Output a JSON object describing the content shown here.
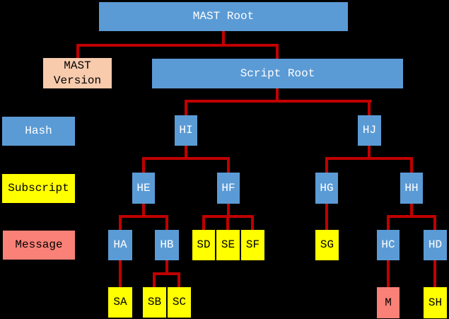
{
  "diagram": {
    "background_color": "#000000",
    "connector_color": "#c00000",
    "palette": {
      "hash": "#5b9bd5",
      "subscript": "#ffff00",
      "message": "#f98177",
      "version": "#f8cbad"
    },
    "text_color_on_hash": "#ffffff",
    "text_color_on_light": "#000000",
    "nodes": [
      {
        "id": "mast-root",
        "label": "MAST Root",
        "type": "hash"
      },
      {
        "id": "mast-version",
        "label": "MAST Version",
        "type": "version"
      },
      {
        "id": "script-root",
        "label": "Script Root",
        "type": "hash"
      },
      {
        "id": "hash-label",
        "label": "Hash",
        "type": "hash"
      },
      {
        "id": "hi",
        "label": "HI",
        "type": "hash"
      },
      {
        "id": "hj",
        "label": "HJ",
        "type": "hash"
      },
      {
        "id": "subscript-label",
        "label": "Subscript",
        "type": "subscript"
      },
      {
        "id": "he",
        "label": "HE",
        "type": "hash"
      },
      {
        "id": "hf",
        "label": "HF",
        "type": "hash"
      },
      {
        "id": "hg",
        "label": "HG",
        "type": "hash"
      },
      {
        "id": "hh",
        "label": "HH",
        "type": "hash"
      },
      {
        "id": "message-label",
        "label": "Message",
        "type": "message"
      },
      {
        "id": "ha",
        "label": "HA",
        "type": "hash"
      },
      {
        "id": "hb",
        "label": "HB",
        "type": "hash"
      },
      {
        "id": "sd",
        "label": "SD",
        "type": "subscript"
      },
      {
        "id": "se",
        "label": "SE",
        "type": "subscript"
      },
      {
        "id": "sf",
        "label": "SF",
        "type": "subscript"
      },
      {
        "id": "sg",
        "label": "SG",
        "type": "subscript"
      },
      {
        "id": "hc",
        "label": "HC",
        "type": "hash"
      },
      {
        "id": "hd",
        "label": "HD",
        "type": "hash"
      },
      {
        "id": "sa",
        "label": "SA",
        "type": "subscript"
      },
      {
        "id": "sb",
        "label": "SB",
        "type": "subscript"
      },
      {
        "id": "sc",
        "label": "SC",
        "type": "subscript"
      },
      {
        "id": "m",
        "label": "M",
        "type": "message"
      },
      {
        "id": "sh",
        "label": "SH",
        "type": "subscript"
      }
    ],
    "edges": [
      [
        "mast-root",
        "mast-version"
      ],
      [
        "mast-root",
        "script-root"
      ],
      [
        "script-root",
        "hi"
      ],
      [
        "script-root",
        "hj"
      ],
      [
        "hi",
        "he"
      ],
      [
        "hi",
        "hf"
      ],
      [
        "hj",
        "hg"
      ],
      [
        "hj",
        "hh"
      ],
      [
        "he",
        "ha"
      ],
      [
        "he",
        "hb"
      ],
      [
        "hf",
        "sd"
      ],
      [
        "hf",
        "se"
      ],
      [
        "hf",
        "sf"
      ],
      [
        "hg",
        "sg"
      ],
      [
        "hh",
        "hc"
      ],
      [
        "hh",
        "hd"
      ],
      [
        "ha",
        "sa"
      ],
      [
        "hb",
        "sb"
      ],
      [
        "hb",
        "sc"
      ],
      [
        "hc",
        "m"
      ],
      [
        "hd",
        "sh"
      ]
    ]
  }
}
